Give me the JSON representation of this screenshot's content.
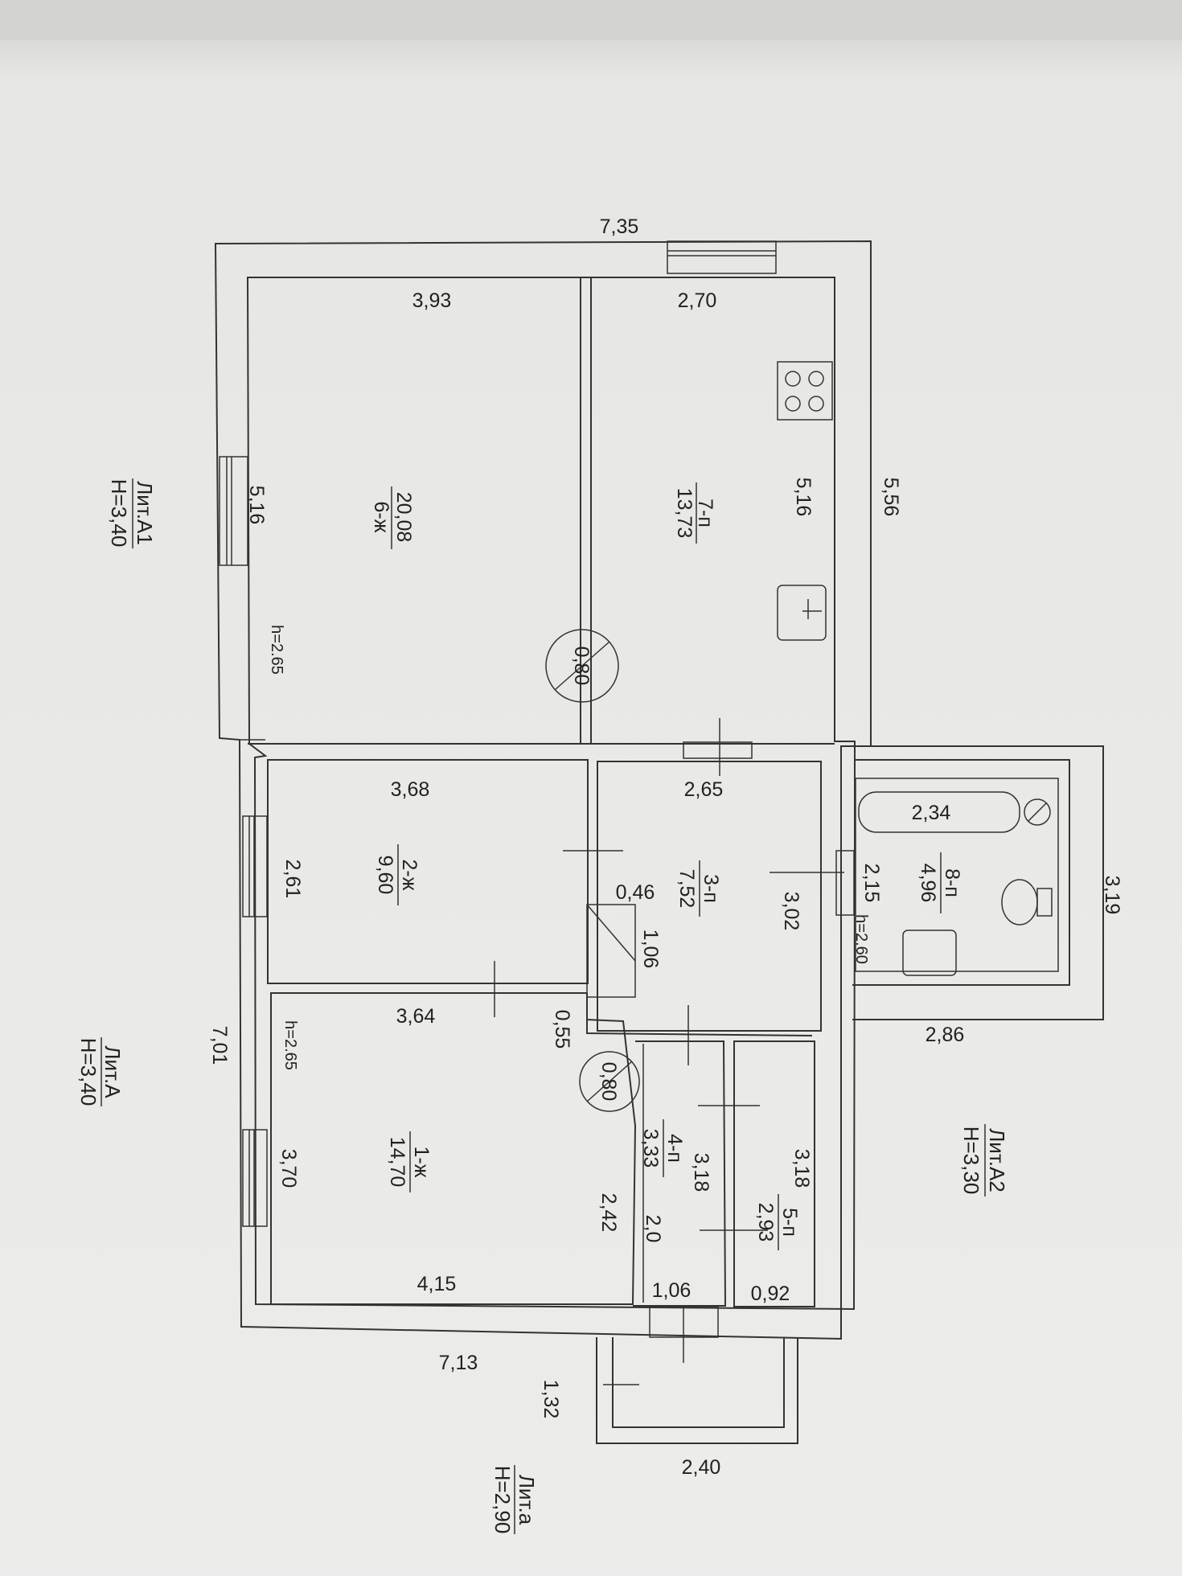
{
  "plan": {
    "labels": {
      "outer_top": "7,35",
      "outer_right_top": "5,56",
      "outer_left_mid": "7,01",
      "outer_bottom": "7,13",
      "annex_right": "3,19",
      "annex_bottom": "2,86",
      "porch_side": "1,32",
      "porch_bottom": "2,40",
      "door_a": "0,80",
      "door_b": "0,80"
    },
    "rooms": {
      "r6": {
        "name": "6-ж",
        "area": "20,08",
        "w": "3,93",
        "h": "5,16",
        "height": "h=2.65"
      },
      "r7": {
        "name": "7-п",
        "area": "13,73",
        "w": "2,70",
        "h": "5,16"
      },
      "r2": {
        "name": "2-ж",
        "area": "9,60",
        "w": "3,68",
        "h": "2,61"
      },
      "r3": {
        "name": "3-п",
        "area": "7,52",
        "w": "2,65",
        "h": "3,02",
        "s1": "0,46",
        "s2": "1,06"
      },
      "r8": {
        "name": "8-п",
        "area": "4,96",
        "bath": "2,34",
        "h": "2,15",
        "height": "h=2.60"
      },
      "r1": {
        "name": "1-ж",
        "area": "14,70",
        "w": "3,64",
        "w2": "4,15",
        "h": "3,70",
        "height": "h=2.65",
        "s1": "0,55",
        "s2": "2,42"
      },
      "r4": {
        "name": "4-п",
        "area": "3,33",
        "h": "3,18",
        "w": "1,06",
        "s": "2,0"
      },
      "r5": {
        "name": "5-п",
        "area": "2,93",
        "h": "3,18",
        "w": "0,92"
      }
    },
    "lit": {
      "a1": {
        "name": "Лит.А1",
        "h": "H=3,40"
      },
      "a": {
        "name": "Лит.А",
        "h": "H=3,40"
      },
      "a2": {
        "name": "Лит.А2",
        "h": "H=3,30"
      },
      "porch": {
        "name": "Лит.а",
        "h": "H=2,90"
      }
    }
  }
}
